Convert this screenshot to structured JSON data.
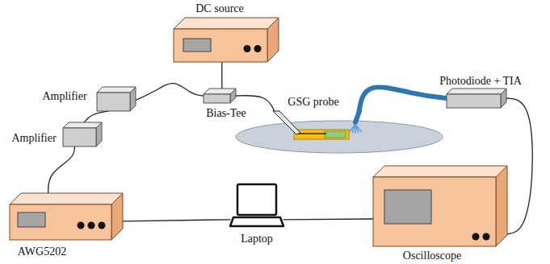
{
  "diagram": {
    "nodes": [
      {
        "text": [
          "DC source"
        ]
      },
      {
        "text": [
          "Amplifier"
        ]
      },
      {
        "text": [
          "Amplifier"
        ]
      },
      {
        "text": [
          "Bias-Tee"
        ]
      },
      {
        "text": [
          "GSG probe"
        ]
      },
      {
        "text": [
          "Photodiode + TIA"
        ]
      },
      {
        "text": [
          "AWG5202"
        ]
      },
      {
        "text": [
          "Laptop"
        ]
      },
      {
        "text": [
          "Oscilloscope"
        ]
      }
    ],
    "edges": [
      {
        "from": 6,
        "to": 2,
        "arrow": "none"
      },
      {
        "from": 2,
        "to": 1,
        "arrow": "none"
      },
      {
        "from": 1,
        "to": 3,
        "arrow": "none"
      },
      {
        "from": 0,
        "to": 3,
        "arrow": "none"
      },
      {
        "from": 3,
        "to": 4,
        "arrow": "none"
      },
      {
        "from": 4,
        "to": 5,
        "arrow": "none"
      },
      {
        "from": 5,
        "to": 8,
        "arrow": "none"
      },
      {
        "from": 6,
        "to": 7,
        "arrow": "none"
      },
      {
        "from": 7,
        "to": 8,
        "arrow": "none"
      }
    ]
  }
}
